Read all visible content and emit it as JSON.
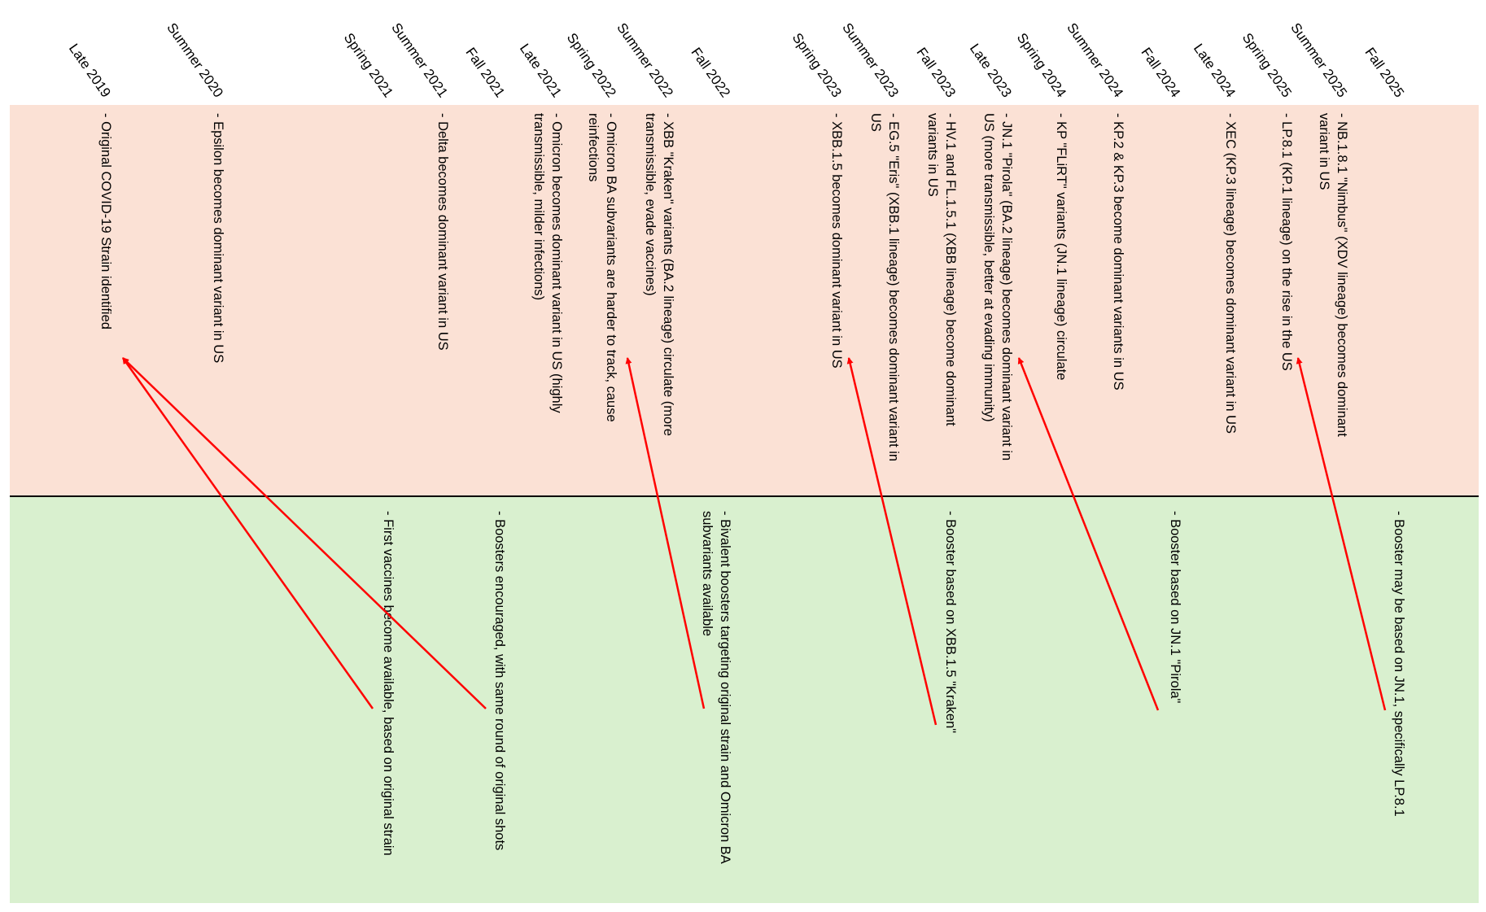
{
  "dates": [
    "Late 2019",
    "Summer 2020",
    "Spring 2021",
    "Summer 2021",
    "Fall 2021",
    "Late 2021",
    "Spring 2022",
    "Summer 2022",
    "Fall 2022",
    "Spring 2023",
    "Summer 2023",
    "Fall 2023",
    "Late 2023",
    "Spring 2024",
    "Summer 2024",
    "Fall 2024",
    "Late 2024",
    "Spring 2025",
    "Summer 2025",
    "Fall 2025"
  ],
  "variant_events": [
    {
      "date": "Late 2019",
      "text": "- Original COVID-19 Strain identified"
    },
    {
      "date": "Summer 2020",
      "text": "- Epsilon becomes dominant variant in US"
    },
    {
      "date": "Summer 2021",
      "text": "- Delta becomes dominant variant in US"
    },
    {
      "date": "Late 2021",
      "text": "- Omicron becomes dominant variant in US (highly\ntransmissible, milder infections)"
    },
    {
      "date": "Spring 2022",
      "text": "- Omicron BA subvariants are harder to track, cause\nreinfections"
    },
    {
      "date": "Summer 2022",
      "text": "- XBB \"Kraken\" variants (BA.2 lineage) circulate (more\ntransmissible, evade vaccines)"
    },
    {
      "date": "Spring 2023",
      "text": "- XBB.1.5 becomes dominant variant in US"
    },
    {
      "date": "Summer 2023",
      "text": "- EG.5 \"Eris\" (XBB.1 lineage) becomes dominant variant in\nUS"
    },
    {
      "date": "Fall 2023",
      "text": "- HV.1 and FL.1.5.1 (XBB lineage) become dominant\nvariants in US"
    },
    {
      "date": "Late 2023",
      "text": "- JN.1 \"Pirola\" (BA.2 lineage) becomes dominant variant in\nUS (more transmissible, better at evading immunity)"
    },
    {
      "date": "Spring 2024",
      "text": "- KP \"FLiRT\" variants (JN.1 lineage) circulate"
    },
    {
      "date": "Summer 2024",
      "text": "- KP.2 & KP.3 become dominant variants in US"
    },
    {
      "date": "Late 2024",
      "text": "- XEC (KP.3 lineage) becomes dominant variant in US"
    },
    {
      "date": "Spring 2025",
      "text": "- LP.8.1 (KP.1 lineage) on the rise in the US"
    },
    {
      "date": "Summer 2025",
      "text": "- NB.1.8.1 \"Nimbus\" (XDV lineage) becomes dominant\nvariant in US"
    }
  ],
  "vaccine_events": [
    {
      "date": "Spring 2021",
      "text": "- First vaccines become available, based on original strain"
    },
    {
      "date": "Fall 2021",
      "text": "- Boosters encouraged, with same round of original shots"
    },
    {
      "date": "Fall 2022",
      "text": "- Bivalent boosters targeting original strain and Omicron BA\nsubvariants available"
    },
    {
      "date": "Fall 2023",
      "text": "- Booster based on XBB.1.5 \"Kraken\""
    },
    {
      "date": "Fall 2024",
      "text": "- Booster based on JN.1 \"Pirola\""
    },
    {
      "date": "Fall 2025",
      "text": "- Booster may be based on JN.1, specifically LP.8.1"
    }
  ],
  "links": [
    {
      "from": "Spring 2021",
      "to": "Late 2019"
    },
    {
      "from": "Fall 2021",
      "to": "Late 2019"
    },
    {
      "from": "Fall 2022",
      "to": "Spring 2022"
    },
    {
      "from": "Fall 2023",
      "to": "Spring 2023"
    },
    {
      "from": "Fall 2024",
      "to": "Late 2023"
    },
    {
      "from": "Fall 2025",
      "to": "Spring 2025"
    }
  ],
  "colors": {
    "variant_band": "#fbe1d5",
    "vaccine_band": "#d9f0cf",
    "arrow": "#ff0000",
    "divider": "#000000"
  }
}
